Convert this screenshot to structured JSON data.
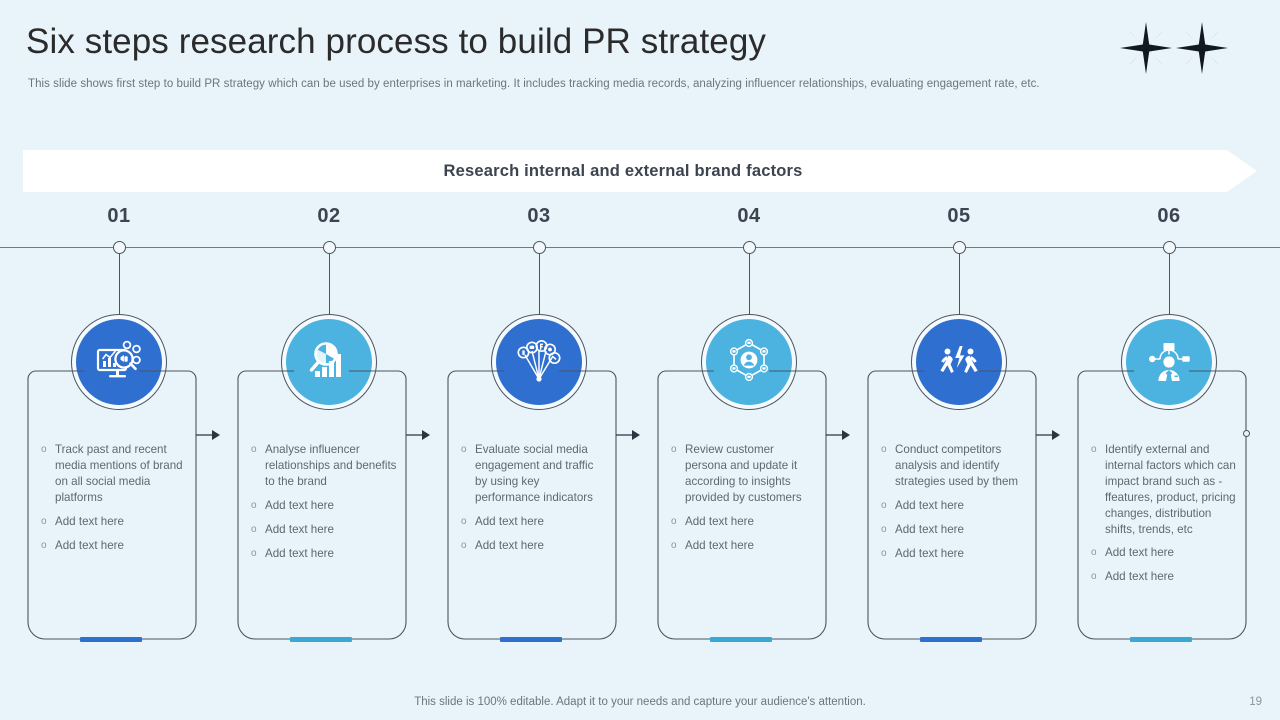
{
  "page": {
    "title": "Six steps research process to build PR strategy",
    "subtitle": "This slide shows first step to build PR strategy which can be used by enterprises in marketing. It includes tracking media records, analyzing influencer relationships, evaluating engagement rate, etc.",
    "background_color": "#e8f3fa",
    "page_number": "19",
    "footer_note": "This slide is 100% editable. Adapt it to your needs and capture your audience's attention."
  },
  "banner": {
    "label": "Research internal and external brand factors",
    "fill_color": "#ffffff"
  },
  "colors": {
    "dark_blue": "#2e6fd0",
    "light_blue": "#4cb3e0",
    "accent_dark": "#2e6fd0",
    "accent_light": "#3ba7d4",
    "outline": "#4a5560",
    "text": "#5e6870"
  },
  "steps": [
    {
      "number": "01",
      "icon": "media-monitoring-icon",
      "circle_color": "#2e6fd0",
      "accent_color": "#2e6fd0",
      "bullets": [
        "Track past and recent media mentions of brand on all social media platforms",
        "Add text here",
        "Add text here"
      ]
    },
    {
      "number": "02",
      "icon": "analytics-search-icon",
      "circle_color": "#4cb3e0",
      "accent_color": "#3ba7d4",
      "bullets": [
        "Analyse influencer relationships and benefits to the brand",
        "Add text here",
        "Add text here",
        "Add text here"
      ]
    },
    {
      "number": "03",
      "icon": "social-network-burst-icon",
      "circle_color": "#2e6fd0",
      "accent_color": "#2e6fd0",
      "bullets": [
        "Evaluate social media engagement and traffic by using key performance indicators",
        "Add text here",
        "Add text here"
      ]
    },
    {
      "number": "04",
      "icon": "customer-persona-network-icon",
      "circle_color": "#4cb3e0",
      "accent_color": "#3ba7d4",
      "bullets": [
        "Review customer persona and update it according to insights provided by customers",
        "Add text here",
        "Add text here"
      ]
    },
    {
      "number": "05",
      "icon": "competitor-race-icon",
      "circle_color": "#2e6fd0",
      "accent_color": "#2e6fd0",
      "bullets": [
        "Conduct competitors analysis and identify strategies used by them",
        "Add text here",
        "Add text here",
        "Add text here"
      ]
    },
    {
      "number": "06",
      "icon": "business-factors-icon",
      "circle_color": "#4cb3e0",
      "accent_color": "#3ba7d4",
      "bullets": [
        "Identify external and internal factors which can impact brand such as - ffeatures, product, pricing changes, distribution shifts, trends, etc",
        "Add text here",
        "Add text here"
      ]
    }
  ],
  "bullet_marker": "o"
}
